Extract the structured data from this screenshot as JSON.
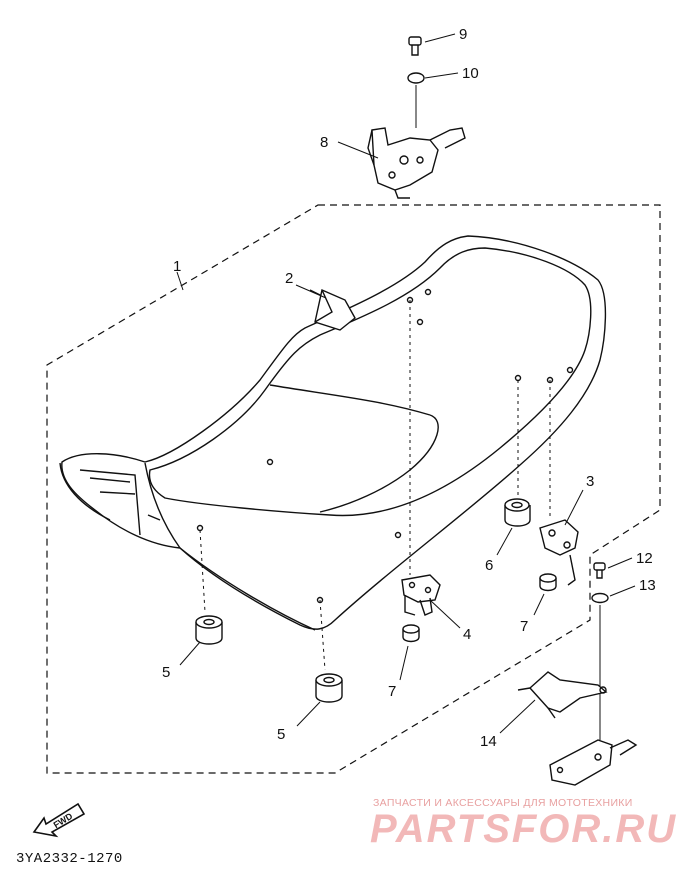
{
  "callouts": [
    {
      "id": "c9",
      "label": "9"
    },
    {
      "id": "c10",
      "label": "10"
    },
    {
      "id": "c8",
      "label": "8"
    },
    {
      "id": "c1",
      "label": "1"
    },
    {
      "id": "c2",
      "label": "2"
    },
    {
      "id": "c3",
      "label": "3"
    },
    {
      "id": "c12",
      "label": "12"
    },
    {
      "id": "c13",
      "label": "13"
    },
    {
      "id": "c6",
      "label": "6"
    },
    {
      "id": "c7a",
      "label": "7"
    },
    {
      "id": "c4",
      "label": "4"
    },
    {
      "id": "c7b",
      "label": "7"
    },
    {
      "id": "c5a",
      "label": "5"
    },
    {
      "id": "c5b",
      "label": "5"
    },
    {
      "id": "c14",
      "label": "14"
    }
  ],
  "fwd_label": "FWD",
  "diagram_code": "3YA2332-1270",
  "watermark": {
    "small": "ЗАПЧАСТИ И АКСЕССУАРЫ ДЛЯ МОТОТЕХНИКИ",
    "big": "PARTSFOR.RU"
  },
  "colors": {
    "ink": "#111111",
    "watermark": "#f2b8b8"
  }
}
